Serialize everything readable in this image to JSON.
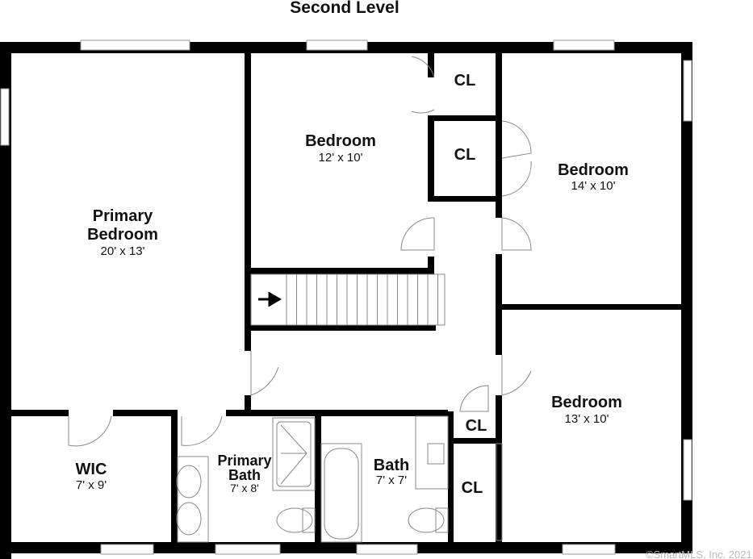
{
  "title": "Second Level",
  "rooms": [
    {
      "name": "Primary\nBedroom",
      "line1": "Primary",
      "line2": "Bedroom",
      "dims": "20' x 13'"
    },
    {
      "name": "Bedroom",
      "dims": "12' x 10'"
    },
    {
      "name": "Bedroom",
      "dims": "14' x 10'"
    },
    {
      "name": "Bedroom",
      "dims": "13' x 10'"
    },
    {
      "name": "WIC",
      "dims": "7' x 9'"
    },
    {
      "line1": "Primary",
      "line2": "Bath",
      "dims": "7' x 8'"
    },
    {
      "name": "Bath",
      "dims": "7' x 7'"
    }
  ],
  "closets": [
    "CL",
    "CL",
    "CL",
    "CL"
  ],
  "copyright": "©SmartMLS, Inc. 2021",
  "colors": {
    "wall": "#000000",
    "background": "#ffffff"
  }
}
